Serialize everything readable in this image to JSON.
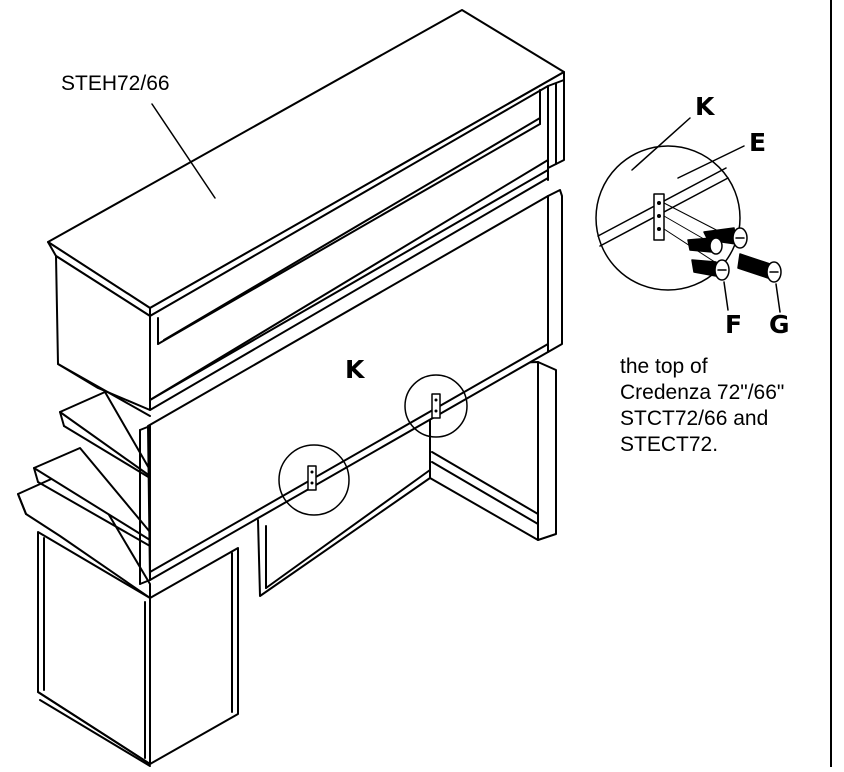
{
  "labels": {
    "part_number": "STEH72/66",
    "panel_letter": "K",
    "detail_k": "K",
    "detail_e": "E",
    "detail_f": "F",
    "detail_g": "G"
  },
  "note_lines": [
    "the top of",
    "Credenza 72\"/66\"",
    "STCT72/66  and",
    "STECT72."
  ]
}
